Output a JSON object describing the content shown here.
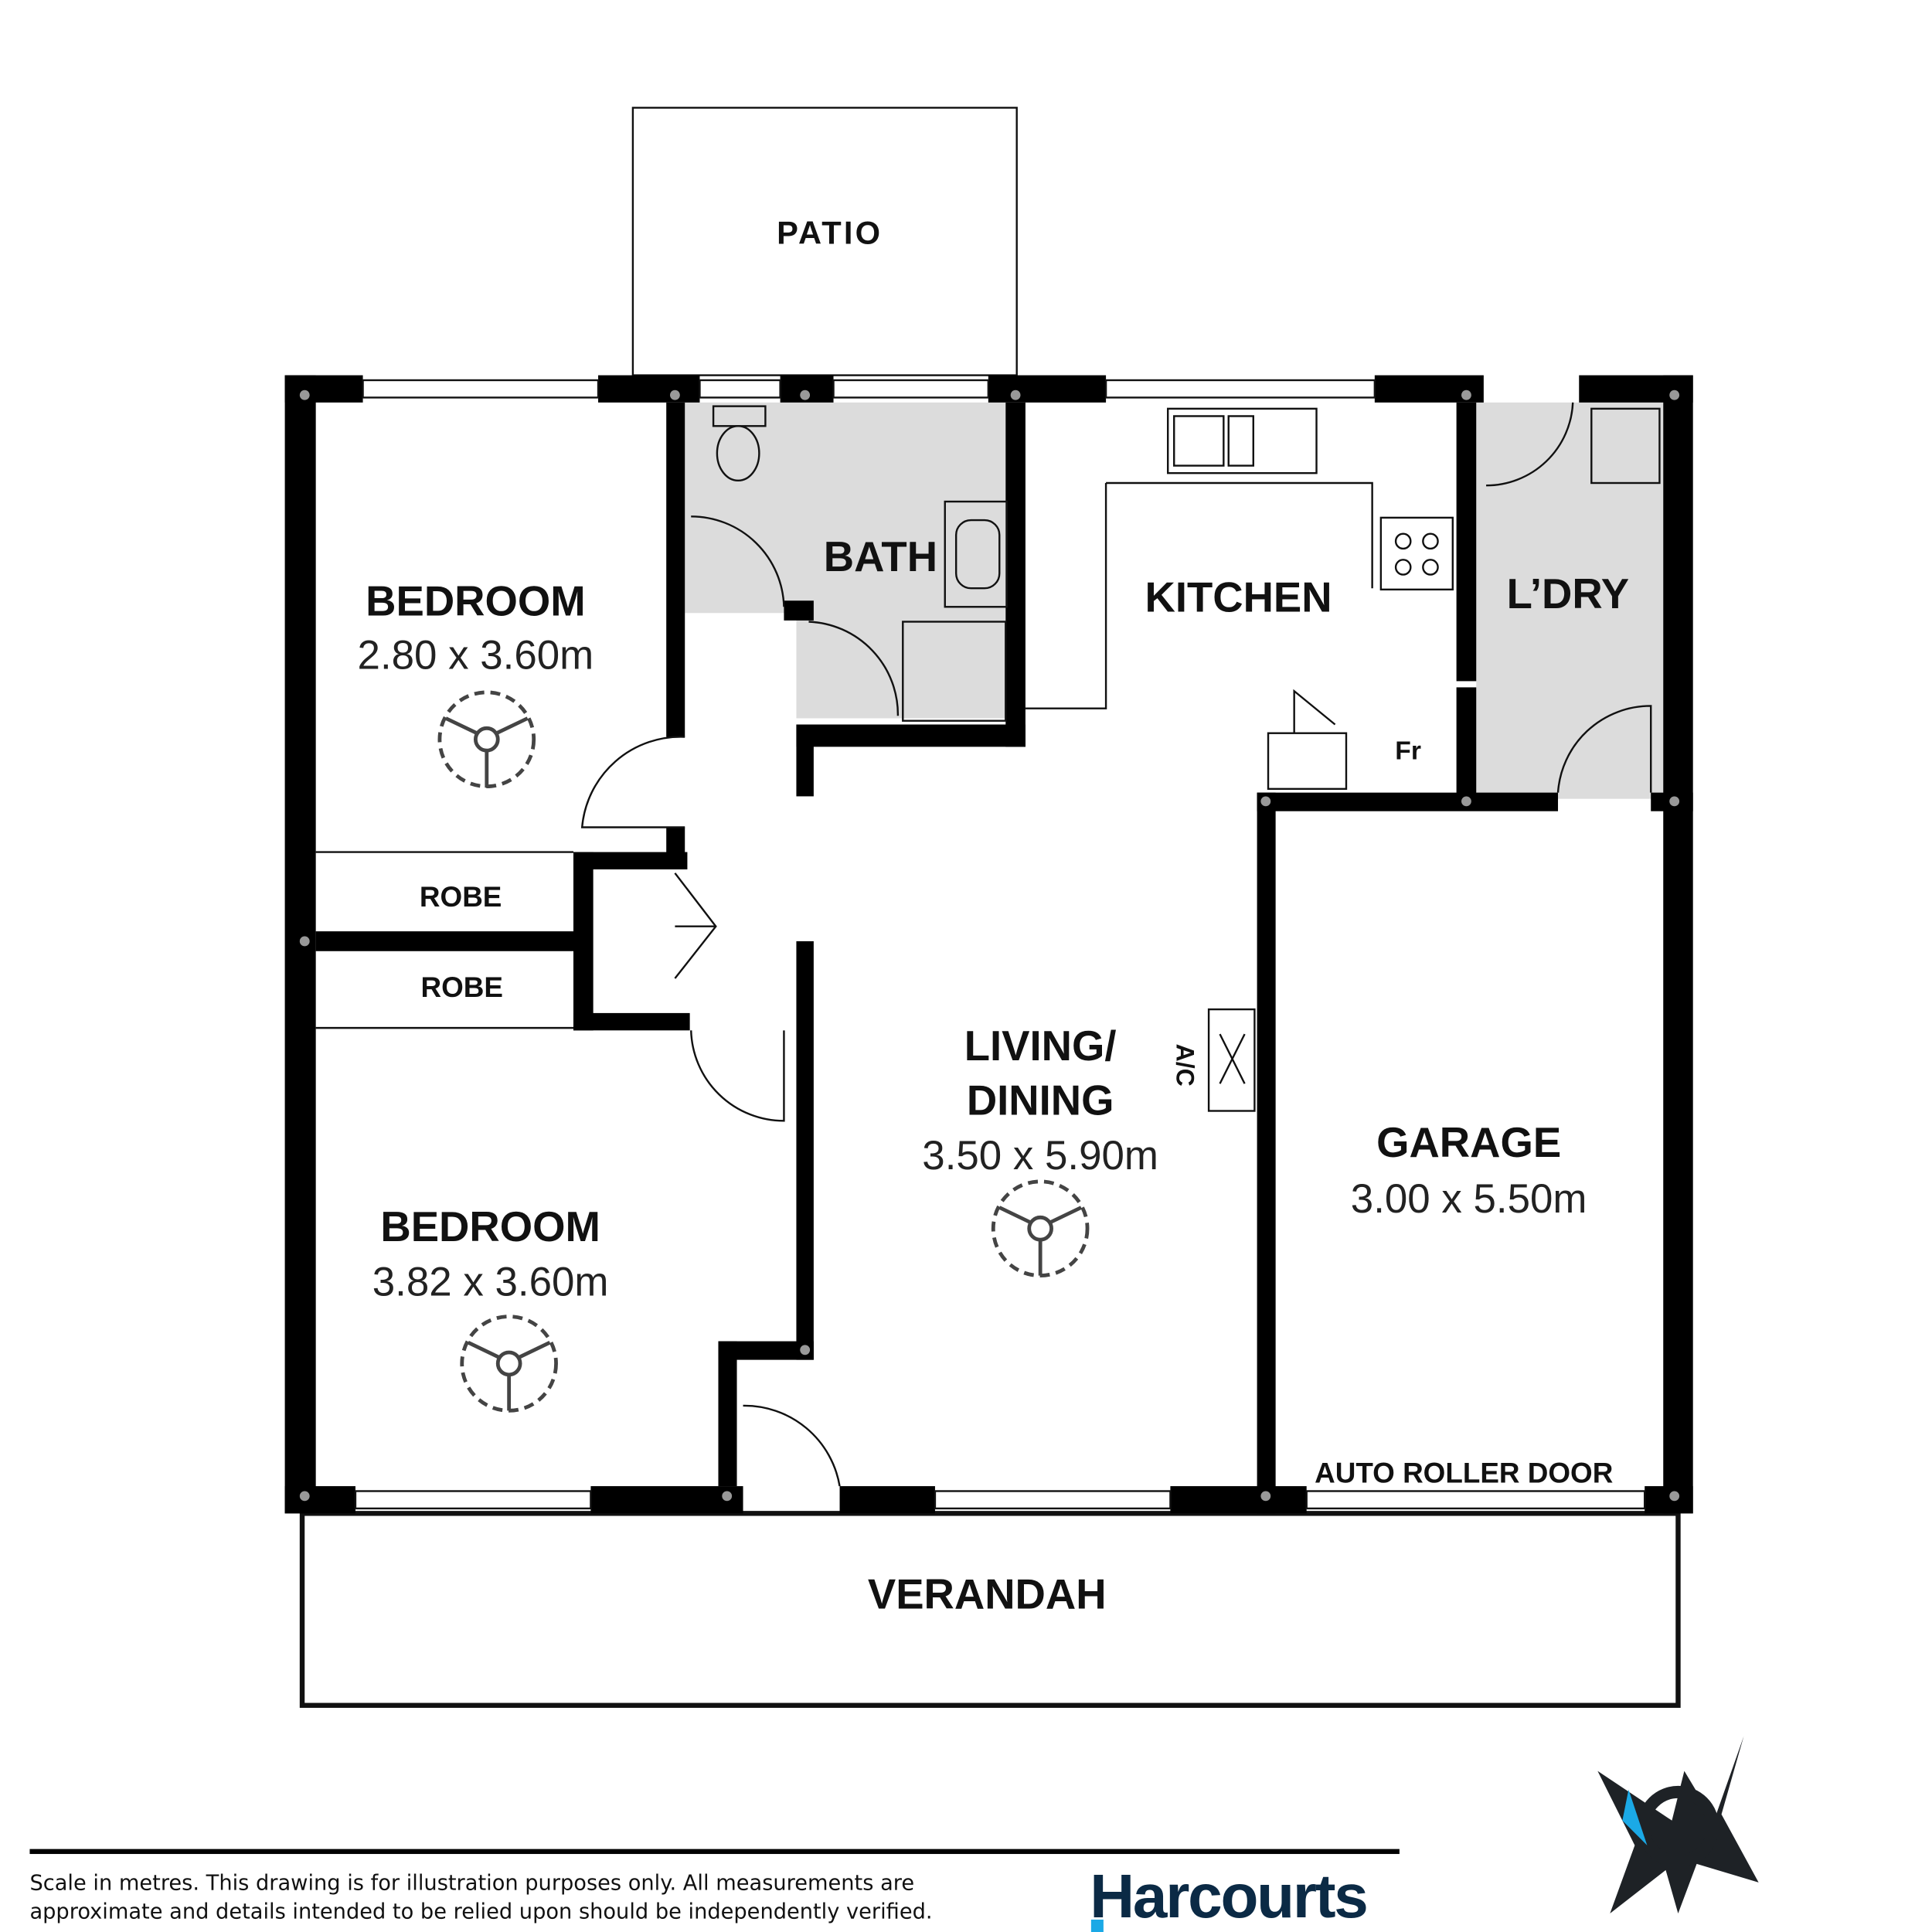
{
  "rooms": {
    "patio": {
      "label": "PATIO"
    },
    "bath": {
      "label": "BATH"
    },
    "kitchen": {
      "label": "KITCHEN"
    },
    "laundry": {
      "label": "L’DRY"
    },
    "bedroom1": {
      "label": "BEDROOM",
      "size": "2.80 x 3.60m"
    },
    "bedroom2": {
      "label": "BEDROOM",
      "size": "3.82 x 3.60m"
    },
    "robe1": {
      "label": "ROBE"
    },
    "robe2": {
      "label": "ROBE"
    },
    "living": {
      "label_line1": "LIVING/",
      "label_line2": "DINING",
      "size": "3.50 x 5.90m"
    },
    "garage": {
      "label": "GARAGE",
      "size": "3.00 x 5.50m",
      "door": "AUTO ROLLER DOOR"
    },
    "verandah": {
      "label": "VERANDAH"
    },
    "fridge": {
      "label": "Fr"
    },
    "ac": {
      "label": "A/C"
    }
  },
  "footer": {
    "disclaimer_line1": "Scale in metres. This drawing is for illustration purposes only. All measurements are",
    "disclaimer_line2": "approximate and details intended to be relied upon should be independently verified.",
    "brand": "Harcourts"
  },
  "colors": {
    "wall": "#000000",
    "wet_area": "#dcdcdc",
    "brand": "#0b2a45",
    "brand_accent": "#1ba9e6"
  }
}
